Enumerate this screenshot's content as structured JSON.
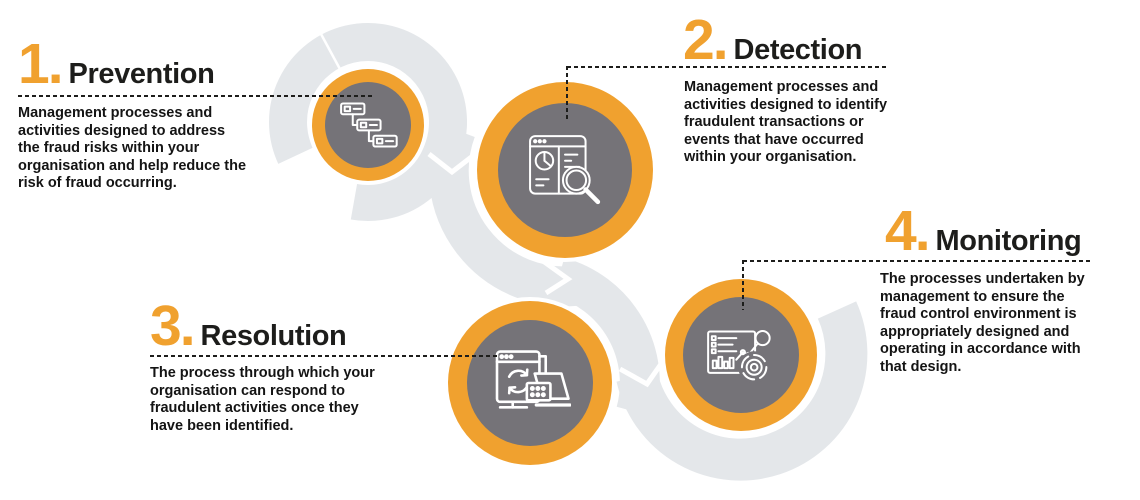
{
  "colors": {
    "accent_orange": "#F0A12F",
    "circle_gray": "#757378",
    "band_gray": "#E4E7EA",
    "text_ink": "#1D1D1B"
  },
  "steps": [
    {
      "number": "1.",
      "title": "Prevention",
      "icon": "flowchart-boxes-icon",
      "desc_lines": [
        "Management processes and",
        "activities designed to address",
        "the fraud risks within your",
        "organisation and help reduce the",
        "risk of fraud occurring."
      ]
    },
    {
      "number": "2.",
      "title": "Detection",
      "icon": "report-magnifier-icon",
      "desc_lines": [
        "Management processes and",
        "activities designed to identify",
        "fraudulent transactions or",
        "events that have occurred",
        "within your organisation."
      ]
    },
    {
      "number": "3.",
      "title": "Resolution",
      "icon": "device-sync-icon",
      "desc_lines": [
        "The process through which your",
        "organisation can respond to",
        "fraudulent activities once they",
        "have been identified."
      ]
    },
    {
      "number": "4.",
      "title": "Monitoring",
      "icon": "dashboard-analytics-icon",
      "desc_lines": [
        "The processes undertaken by",
        "management to ensure the",
        "fraud control environment is",
        "appropriately designed and",
        "operating in accordance with",
        "that design."
      ]
    }
  ]
}
